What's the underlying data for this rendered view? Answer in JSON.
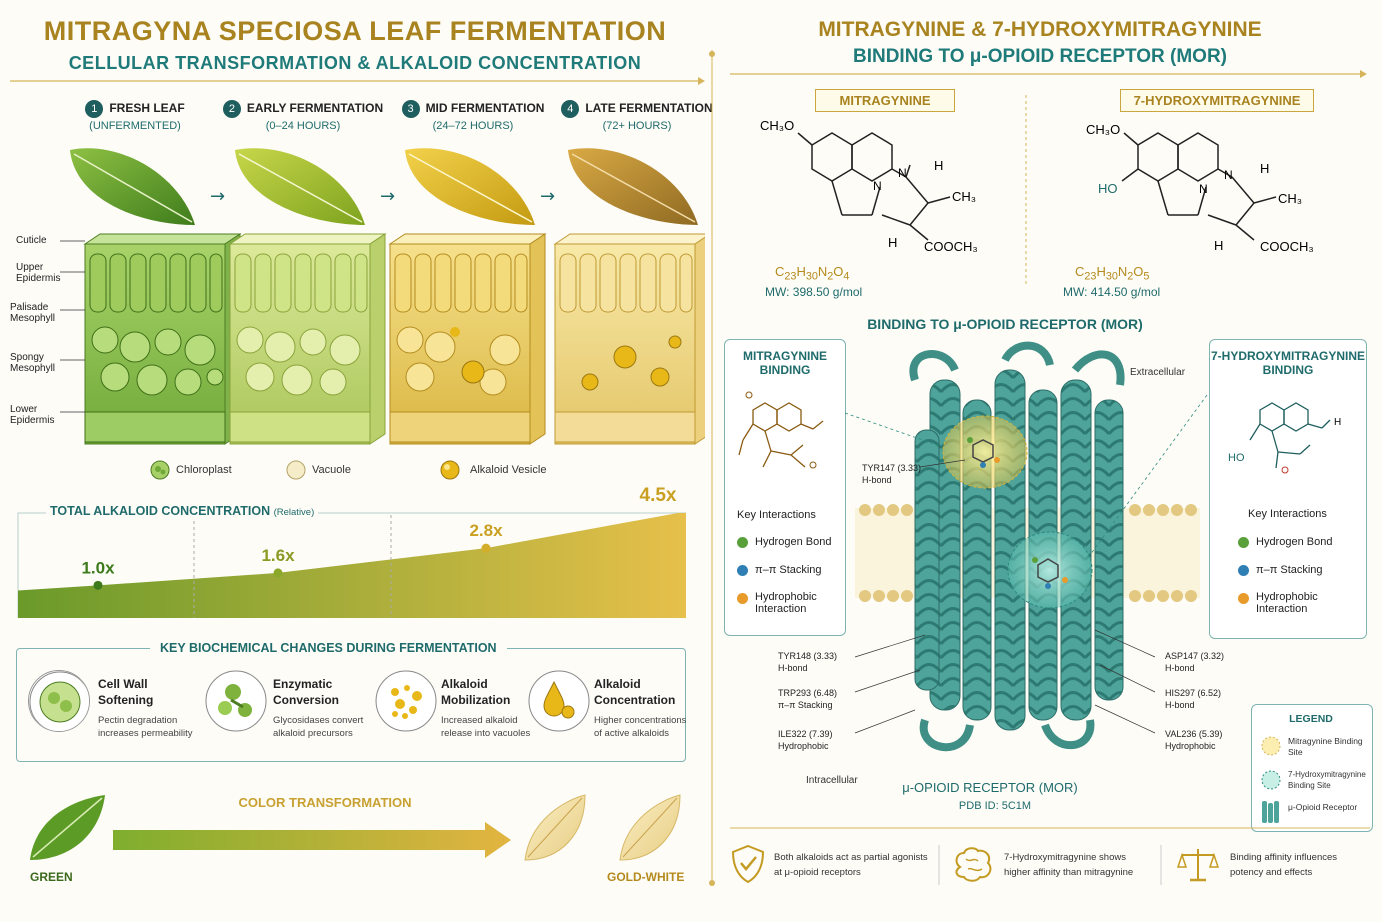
{
  "left": {
    "title": "MITRAGYNA SPECIOSA LEAF FERMENTATION",
    "subtitle": "CELLULAR TRANSFORMATION & ALKALOID CONCENTRATION",
    "stages": [
      {
        "num": "1",
        "title": "FRESH LEAF",
        "sub": "(UNFERMENTED)"
      },
      {
        "num": "2",
        "title": "EARLY FERMENTATION",
        "sub": "(0–24 HOURS)"
      },
      {
        "num": "3",
        "title": "MID FERMENTATION",
        "sub": "(24–72 HOURS)"
      },
      {
        "num": "4",
        "title": "LATE FERMENTATION",
        "sub": "(72+ HOURS)"
      }
    ],
    "layers": [
      "Cuticle",
      "Upper Epidermis",
      "Palisade Mesophyll",
      "Spongy Mesophyll",
      "Lower Epidermis"
    ],
    "cell_legend": [
      "Chloroplast",
      "Vacuole",
      "Alkaloid Vesicle"
    ],
    "chart_title": "TOTAL ALKALOID CONCENTRATION",
    "chart_title_suffix": "(Relative)",
    "key_changes_title": "KEY BIOCHEMICAL CHANGES DURING FERMENTATION",
    "key_changes": [
      {
        "title": "Cell Wall Softening",
        "desc": "Pectin degradation increases permeability"
      },
      {
        "title": "Enzymatic Conversion",
        "desc": "Glycosidases convert alkaloid precursors"
      },
      {
        "title": "Alkaloid Mobilization",
        "desc": "Increased alkaloid release into vacuoles"
      },
      {
        "title": "Alkaloid Concentration",
        "desc": "Higher concentrations of active alkaloids"
      }
    ],
    "color_title": "COLOR TRANSFORMATION",
    "color_start": "GREEN",
    "color_end": "GOLD-WHITE"
  },
  "chart_data": {
    "type": "area",
    "title": "TOTAL ALKALOID CONCENTRATION (Relative)",
    "categories": [
      "FRESH LEAF",
      "EARLY FERMENTATION",
      "MID FERMENTATION",
      "LATE FERMENTATION"
    ],
    "values": [
      1.0,
      1.6,
      2.8,
      4.5
    ],
    "labels": [
      "1.0x",
      "1.6x",
      "2.8x",
      "4.5x"
    ],
    "colors": [
      "#6a9a2a",
      "#e6c04a"
    ]
  },
  "right": {
    "title": "MITRAGYNINE & 7-HYDROXYMITRAGYNINE",
    "subtitle": "BINDING TO μ-OPIOID RECEPTOR (MOR)",
    "mol1": {
      "name": "MITRAGYNINE",
      "formula_parts": [
        "C",
        "23",
        "H",
        "30",
        "N",
        "2",
        "O",
        "4"
      ],
      "mw": "MW: 398.50 g/mol",
      "ch3o": "CH₃O",
      "h1": "H",
      "ch3": "CH₃",
      "h2": "H",
      "cooch3": "COOCH₃",
      "n1": "N",
      "n2": "N"
    },
    "mol2": {
      "name": "7-HYDROXYMITRAGYNINE",
      "formula_parts": [
        "C",
        "23",
        "H",
        "30",
        "N",
        "2",
        "O",
        "5"
      ],
      "mw": "MW: 414.50 g/mol",
      "ch3o": "CH₃O",
      "ho": "HO",
      "h1": "H",
      "ch3": "CH₃",
      "h2": "H",
      "cooch3": "COOCH₃",
      "n1": "N",
      "n2": "N"
    },
    "binding_title": "BINDING TO μ-OPIOID RECEPTOR (MOR)",
    "left_panel": {
      "title": "MITRAGYNINE BINDING",
      "key": "Key Interactions"
    },
    "right_panel": {
      "title": "7-HYDROXYMITRAGYNINE BINDING",
      "key": "Key Interactions",
      "ho": "HO"
    },
    "interactions": [
      {
        "label": "Hydrogen Bond",
        "color": "#5aa03a"
      },
      {
        "label": "π–π Stacking",
        "color": "#2f7fb5"
      },
      {
        "label": "Hydrophobic Interaction",
        "color": "#e89a2a"
      }
    ],
    "extracellular": "Extracellular",
    "intracellular": "Intracellular",
    "residues_left": [
      {
        "name": "TYR147 (3.33)",
        "type": "H-bond"
      },
      {
        "name": "TYR148 (3.33)",
        "type": "H-bond"
      },
      {
        "name": "TRP293 (6.48)",
        "type": "π–π Stacking"
      },
      {
        "name": "ILE322 (7.39)",
        "type": "Hydrophobic"
      }
    ],
    "residues_right": [
      {
        "name": "ASP147 (3.32)",
        "type": "H-bond"
      },
      {
        "name": "HIS297 (6.52)",
        "type": "H-bond"
      },
      {
        "name": "VAL236 (5.39)",
        "type": "Hydrophobic"
      }
    ],
    "receptor_name": "μ-OPIOID RECEPTOR (MOR)",
    "pdb": "PDB ID: 5C1M",
    "legend": {
      "title": "LEGEND",
      "items": [
        "Mitragynine Binding Site",
        "7-Hydroxymitragynine Binding Site",
        "μ-Opioid Receptor"
      ]
    },
    "notes": [
      "Both alkaloids act as partial agonists at μ-opioid receptors",
      "7-Hydroxymitragynine shows higher affinity than mitragynine",
      "Binding affinity influences potency and effects"
    ]
  }
}
